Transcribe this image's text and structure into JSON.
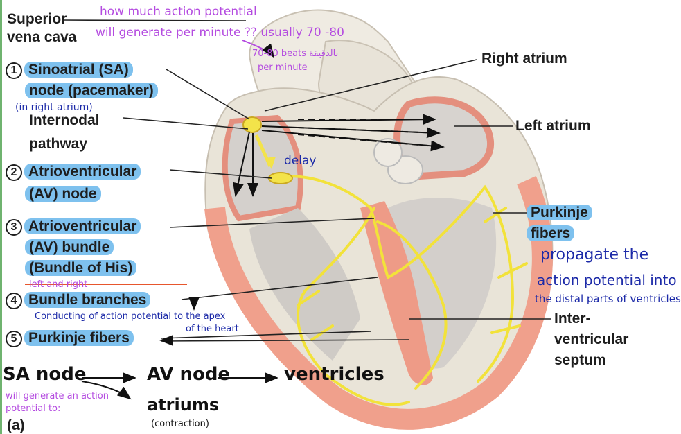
{
  "labels": {
    "superior": "Superior",
    "vena_cava": "vena cava",
    "n1": "1",
    "sa_node_1": "Sinoatrial (SA)",
    "sa_node_2": "node (pacemaker)",
    "internodal": "Internodal",
    "pathway": "pathway",
    "n2": "2",
    "av_node_1": "Atrioventricular",
    "av_node_2": "(AV) node",
    "n3": "3",
    "av_bundle_1": "Atrioventricular",
    "av_bundle_2": "(AV) bundle",
    "av_bundle_3": "(Bundle of His)",
    "n4": "4",
    "bundle_branches": "Bundle branches",
    "n5": "5",
    "purkinje_fibers": "Purkinje fibers",
    "panel": "(a)",
    "right_atrium": "Right atrium",
    "left_atrium": "Left atrium",
    "purkinje_r1": "Purkinje",
    "purkinje_r2": "fibers",
    "inter": "Inter-",
    "ventricular": "ventricular",
    "septum": "septum"
  },
  "notes": {
    "how_much": "how much action potential",
    "will_generate": "will generate per minute ?? usually 70 -80",
    "beats": "70-80 beats بالدقيقة",
    "per_minute": "per minute",
    "in_right_atrium": "(in right atrium)",
    "delay": "delay",
    "left_and_right": "left and right",
    "conducting": "Conducting of action potential to the apex",
    "of_the_heart": "of the heart",
    "propagate": "propagate the",
    "action_potential": "action potential into",
    "distal": "the distal parts of ventricles",
    "sa_node": "SA node",
    "av_node": "AV node",
    "ventricles": "ventricles",
    "will_generate_action": "will generate an action",
    "potential_to": "potential to:",
    "atriums": "atriums",
    "contraction": "(contraction)"
  },
  "colors": {
    "label_highlight": "#7ec1ee",
    "conduction_yellow": "#f2e23a",
    "myocardium": "#f0a08c",
    "annotation_purple": "#b44be0",
    "annotation_navy": "#1c2aa8"
  }
}
